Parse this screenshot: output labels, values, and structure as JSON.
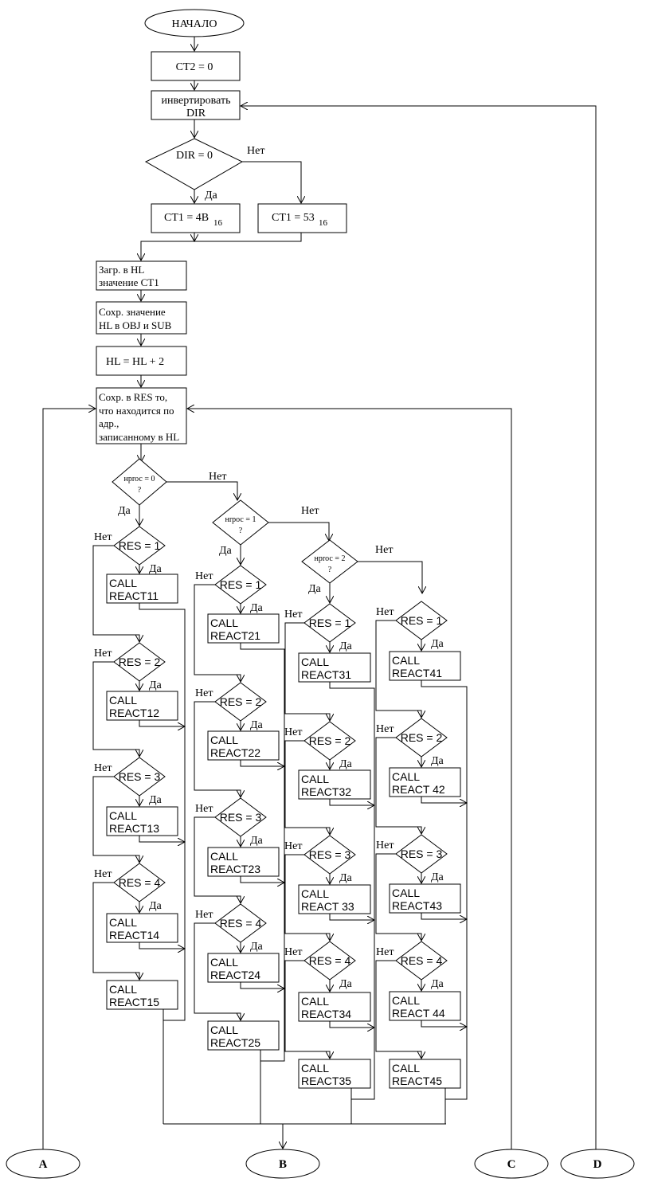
{
  "start": "НАЧАЛО",
  "ct2": "CT2 = 0",
  "invert": [
    "инвертировать",
    "DIR"
  ],
  "dir_cond": "DIR = 0",
  "ct1_a": "CT1 = 4B",
  "ct1_b": "CT1 = 53",
  "sub16": "16",
  "load_hl": [
    "Загр. в HL",
    "значение CT1"
  ],
  "save_hl": [
    "Сохр. значение",
    "HL в OBJ и SUB"
  ],
  "hl_plus": "HL = HL + 2",
  "save_res": [
    "Сохр. в RES то,",
    "что находится по",
    "адр.,",
    "записанному в HL"
  ],
  "yes": "Да",
  "no": "Нет",
  "column_conds": [
    "нрrос = 0",
    "нrрос = 1",
    "нрrос = 2"
  ],
  "qmark": "?",
  "res_conds": [
    "RES = 1",
    "RES = 2",
    "RES = 3",
    "RES = 4"
  ],
  "calls": [
    [
      "REACT11",
      "REACT12",
      "REACT13",
      "REACT14",
      "REACT15"
    ],
    [
      "REACT21",
      "REACT22",
      "REACT23",
      "REACT24",
      "REACT25"
    ],
    [
      "REACT31",
      "REACT32",
      "REACT 33",
      "REACT34",
      "REACT35"
    ],
    [
      "REACT41",
      "REACT 42",
      "REACT43",
      "REACT 44",
      "REACT45"
    ]
  ],
  "call_kw": "CALL",
  "connectors": [
    "A",
    "B",
    "C",
    "D"
  ]
}
